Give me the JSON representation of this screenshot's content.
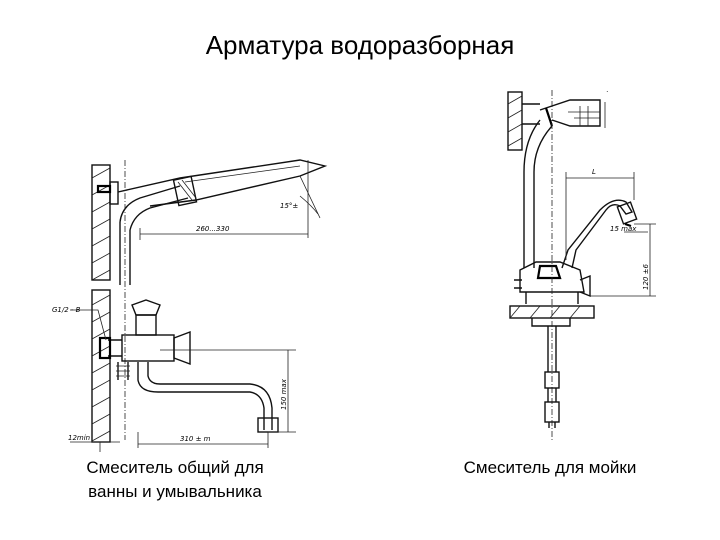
{
  "title": "Арматура водоразборная",
  "left_caption": [
    "Смеситель общий для",
    "ванны и умывальника"
  ],
  "right_caption": "Смеситель для мойки",
  "left_dims": {
    "angle": "15°±",
    "spout_length": "260...330",
    "thread": "G1/2 - B",
    "height": "150 max",
    "min_gap": "12min",
    "outlet_length": "310 ± m"
  },
  "right_dims": {
    "length": "L",
    "height": "120 ±6",
    "max_gap": "15 max"
  }
}
